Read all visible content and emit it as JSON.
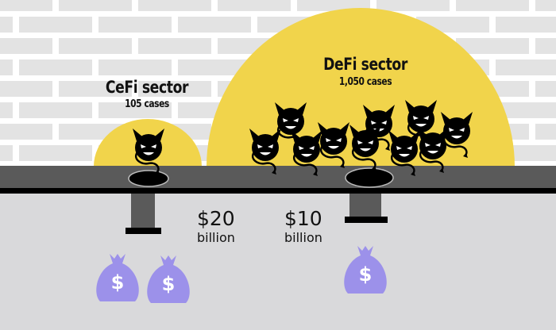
{
  "cefi": {
    "title": "CeFi sector",
    "cases": "105 cases",
    "amount": "$20",
    "unit": "billion"
  },
  "defi": {
    "title": "DeFi sector",
    "cases": "1,050 cases",
    "amount": "$10",
    "unit": "billion"
  },
  "colors": {
    "yellow": "#f1d44b",
    "wall": "#e3e3e3",
    "mortar": "#ffffff",
    "floor": "#5a5a5a",
    "ground": "#d9d9db",
    "bag": "#9c91ea"
  },
  "icons": [
    "devil-icon",
    "money-bag-icon",
    "manhole-icon",
    "pipe-icon"
  ]
}
